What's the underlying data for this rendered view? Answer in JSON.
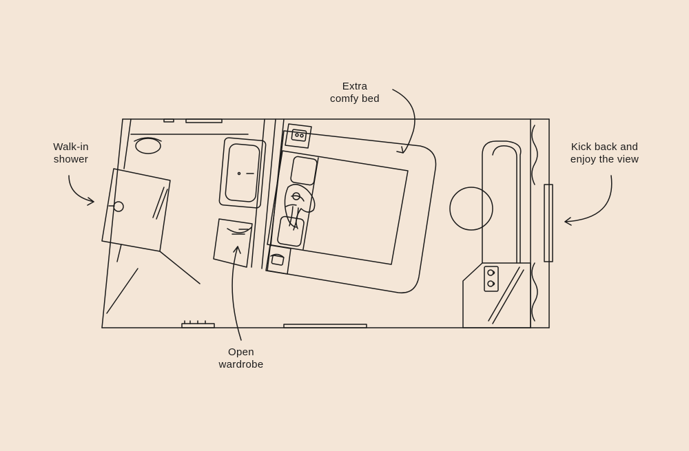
{
  "colors": {
    "background": "#f4e6d7",
    "line": "#1a1a1a"
  },
  "callouts": {
    "bed": {
      "line1": "Extra",
      "line2": "comfy bed"
    },
    "shower": {
      "line1": "Walk-in",
      "line2": "shower"
    },
    "view": {
      "line1": "Kick back and",
      "line2": "enjoy the view"
    },
    "wardrobe": {
      "line1": "Open",
      "line2": "wardrobe"
    }
  },
  "icons": [
    "coffee-cup-icon",
    "toilet-icon",
    "sink-icon",
    "bathtub-icon",
    "bed-icon",
    "pillow-icon",
    "person-sleeping-icon",
    "telephone-icon",
    "radio-icon",
    "round-table-icon",
    "window-seat-icon",
    "window-icon",
    "curtain-icon",
    "arrow-icon"
  ]
}
